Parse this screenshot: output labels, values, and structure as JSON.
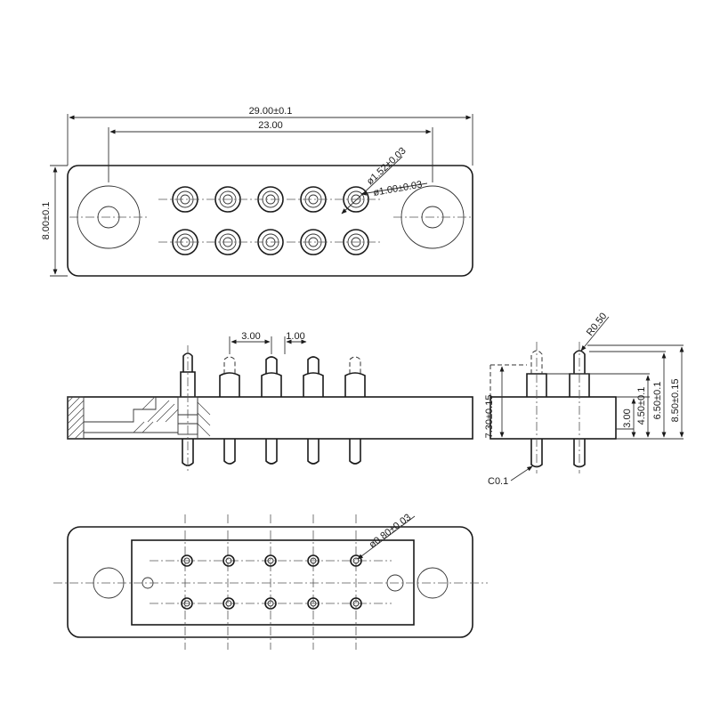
{
  "top_view": {
    "overall_width": "29.00±0.1",
    "hole_spacing": "23.00",
    "height": "8.00±0.1",
    "outer_diameter": "ø1.52±0.03",
    "inner_diameter": "ø1.00±0.03"
  },
  "side_view": {
    "pitch_1": "3.00",
    "pitch_2": "1.00"
  },
  "end_view": {
    "tip_radius": "R0.50",
    "height_a": "7.30±0.15",
    "height_b": "3.00",
    "height_c": "4.50±0.1",
    "height_d": "6.50±0.1",
    "height_e": "8.50±0.15",
    "chamfer": "C0.1"
  },
  "bottom_view": {
    "pin_diameter": "ø0.80±0.03"
  },
  "colors": {
    "line": "#1a1a1a",
    "background": "#ffffff"
  }
}
